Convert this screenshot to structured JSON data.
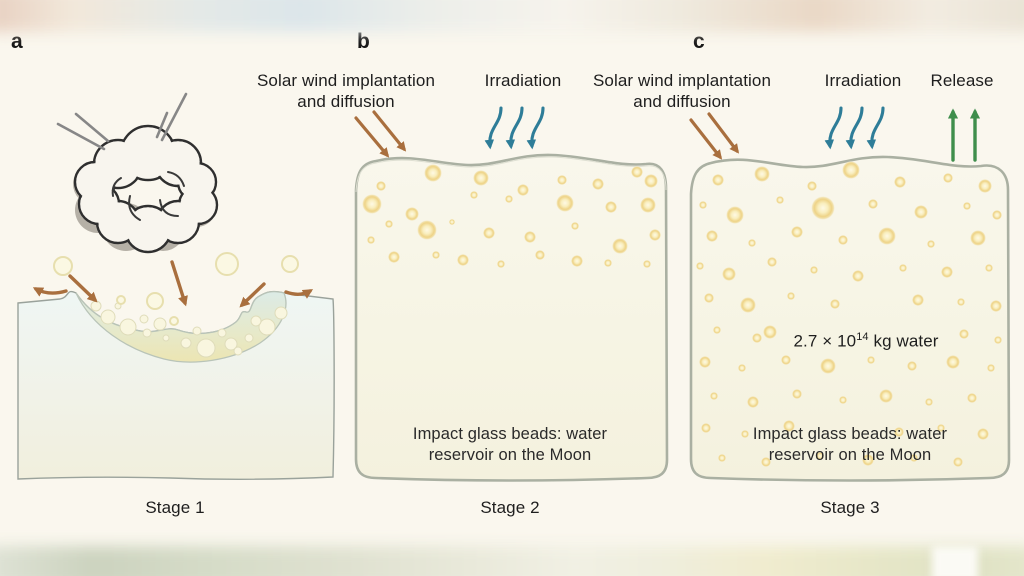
{
  "figure": {
    "panels": [
      {
        "letter": "a",
        "stage_label": "Stage 1"
      },
      {
        "letter": "b",
        "stage_label": "Stage 2",
        "caption_line1": "Impact glass beads: water",
        "caption_line2": "reservoir on the Moon"
      },
      {
        "letter": "c",
        "stage_label": "Stage 3",
        "caption_line1": "Impact glass beads: water",
        "caption_line2": "reservoir on the Moon",
        "water_mass": {
          "base": "2.7 × 10",
          "exponent": "14",
          "suffix": " kg water"
        }
      }
    ],
    "labels": {
      "solar_wind_line1": "Solar wind implantation",
      "solar_wind_line2": "and diffusion",
      "irradiation": "Irradiation",
      "release": "Release"
    },
    "colors": {
      "background": "#faf7ee",
      "arrow_solar_wind_brown": "#a96f3e",
      "arrow_irradiation_blue": "#2e7d98",
      "arrow_release_green": "#3f8e4c",
      "bead_gold": "#eed387",
      "block_outline_gray": "#aab0a2",
      "text": "#1e1e1e"
    }
  }
}
